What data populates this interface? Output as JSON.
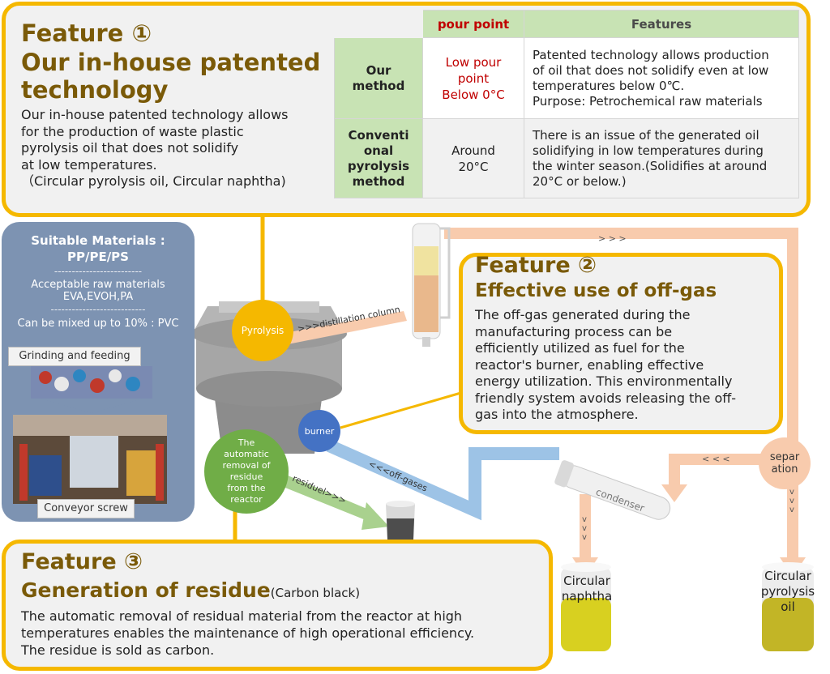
{
  "feature1": {
    "label": "Feature ①",
    "title_line1": "Our in-house patented",
    "title_line2": "technology",
    "body_lines": [
      "Our in-house patented technology allows",
      "for the production of waste plastic",
      "pyrolysis oil that does not solidify",
      "at low temperatures.",
      "（Circular pyrolysis oil,  Circular naphtha)"
    ]
  },
  "table": {
    "head_pour": "pour point",
    "head_features": "Features",
    "row1": {
      "name_lines": [
        "Our",
        "method"
      ],
      "pour_lines": [
        "Low pour",
        "point",
        "Below 0°C"
      ],
      "feat_lines": [
        "Patented technology allows production",
        "of oil that does not solidify even at low",
        "temperatures below 0℃.",
        "Purpose: Petrochemical raw materials"
      ]
    },
    "row2": {
      "name_lines": [
        "Conventi",
        "onal",
        "pyrolysis",
        "method"
      ],
      "pour_lines": [
        "Around",
        "20°C"
      ],
      "feat_lines": [
        "There is an issue of the generated oil",
        "solidifying in low temperatures during",
        "the winter season.(Solidifies at around",
        "20°C or below.)"
      ]
    }
  },
  "materials": {
    "title_line1": "Suitable Materials :",
    "title_line2": "PP/PE/PS",
    "sep1": "-------------------------",
    "acceptable_line1": "Acceptable raw materials",
    "acceptable_line2": "EVA,EVOH,PA",
    "sep2": "---------------------------",
    "pvc": "Can be mixed up to 10% : PVC",
    "grinding": "Grinding and feeding",
    "conveyor": "Conveyor screw"
  },
  "feature2": {
    "label": "Feature ②",
    "title": "Effective use of off-gas",
    "body_lines": [
      "The off-gas generated during the",
      "manufacturing process can be",
      "efficiently utilized as fuel for the",
      "reactor's burner, enabling effective",
      "energy utilization. This environmentally",
      "friendly system avoids releasing the off-",
      "gas into the atmosphere."
    ]
  },
  "feature3": {
    "label": "Feature ③",
    "title": "Generation of residue",
    "title_suffix": "(Carbon black)",
    "body_lines": [
      "The automatic removal of residual material from the reactor at high",
      "temperatures enables the maintenance of high operational efficiency.",
      "The residue is sold as carbon."
    ]
  },
  "flow": {
    "pyrolysis": "Pyrolysis",
    "distillation": ">>>distillation column",
    "burner": "burner",
    "residue_circle_lines": [
      "The",
      "automatic",
      "removal of",
      "residue",
      "from the",
      "reactor"
    ],
    "residue_arrow": "residuel>>>",
    "offgases": "<<<off-gases",
    "top_arrows": "> > >",
    "separation_lines": [
      "separ",
      "ation"
    ],
    "left_arrows": "< < <",
    "down_arrows": "v v v",
    "condenser": "condenser",
    "naphtha_lines": [
      "Circular",
      "naphtha"
    ],
    "oil_lines": [
      "Circular",
      "pyrolysis",
      "oil"
    ]
  },
  "colors": {
    "card_border": "#f5b800",
    "title_brown": "#7a5a08",
    "pyrolysis_circle": "#f5b800",
    "burner_circle": "#4472c4",
    "residue_circle": "#70ad47",
    "flow_peach": "#f8cbad",
    "offgas_blue": "#9dc3e6",
    "residue_green": "#a9d18e",
    "panel_blue": "#7d93b2"
  }
}
